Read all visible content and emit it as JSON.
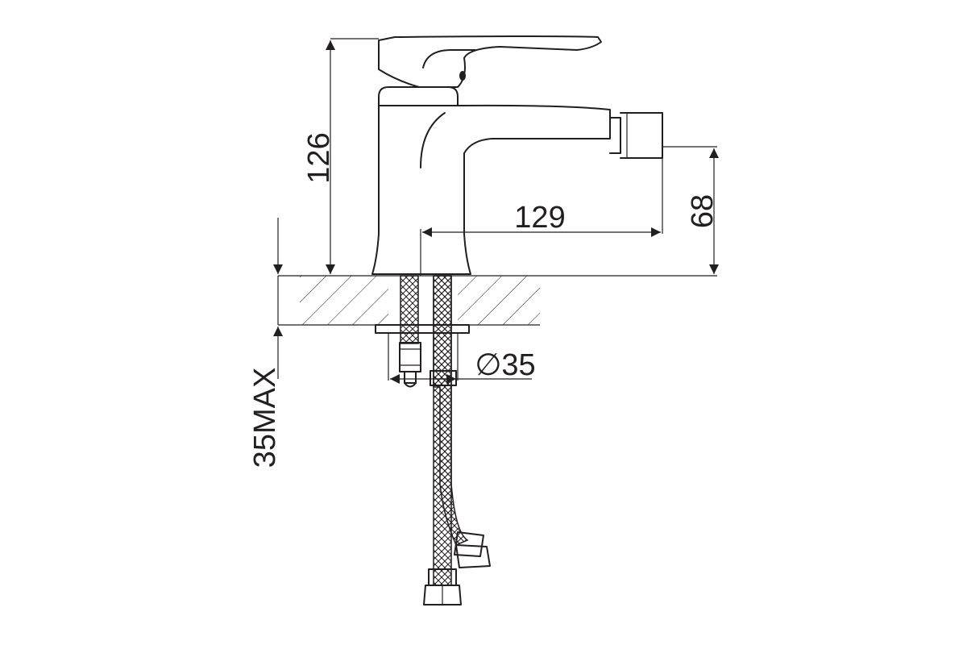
{
  "diagram": {
    "dimensions": {
      "height_total": "126",
      "spout_reach": "129",
      "outlet_height": "68",
      "hole_diameter": "∅35",
      "max_deck_thickness": "35MAX"
    }
  }
}
